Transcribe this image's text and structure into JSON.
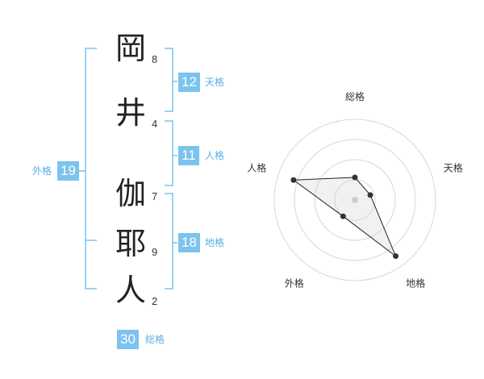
{
  "name": {
    "chars": [
      {
        "char": "岡",
        "strokes": "8"
      },
      {
        "char": "井",
        "strokes": "4"
      },
      {
        "char": "伽",
        "strokes": "7"
      },
      {
        "char": "耶",
        "strokes": "9"
      },
      {
        "char": "人",
        "strokes": "2"
      }
    ]
  },
  "kaku": {
    "tenkaku": {
      "label": "天格",
      "value": "12"
    },
    "jinkaku": {
      "label": "人格",
      "value": "11"
    },
    "chikaku": {
      "label": "地格",
      "value": "18"
    },
    "gaikaku": {
      "label": "外格",
      "value": "19"
    },
    "soukaku": {
      "label": "総格",
      "value": "30"
    }
  },
  "colors": {
    "bracket": "#7cc3ef",
    "badge": "#7cc3ef",
    "label": "#5aaee6"
  },
  "chart_data": {
    "type": "radar",
    "axes": [
      "総格",
      "天格",
      "地格",
      "外格",
      "人格"
    ],
    "values": [
      0.28,
      0.2,
      0.86,
      0.25,
      0.8
    ],
    "rings": 4,
    "max": 1
  }
}
